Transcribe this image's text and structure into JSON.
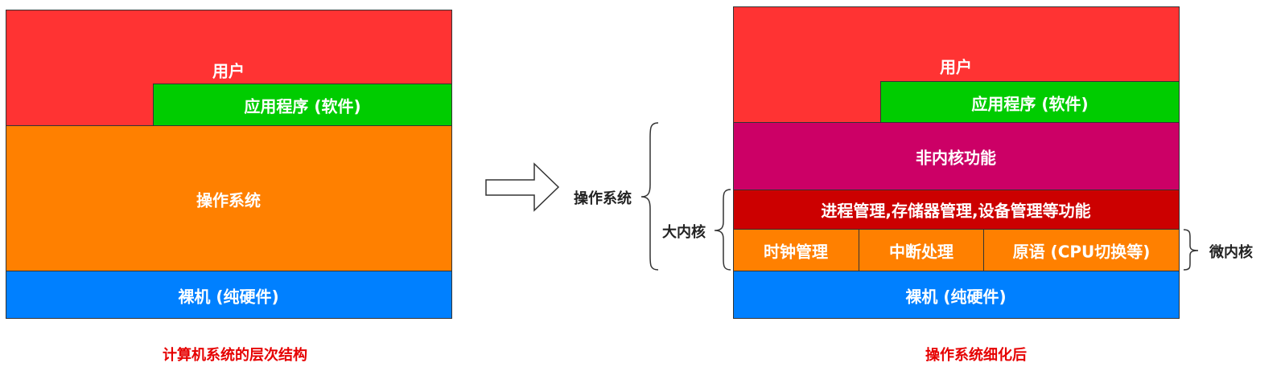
{
  "colors": {
    "user": "#ff3333",
    "app": "#00cc00",
    "os": "#ff8000",
    "hardware": "#0080ff",
    "non_kernel": "#cc0066",
    "big_kernel": "#cc0000",
    "micro_kernel": "#ff8000",
    "caption": "#e60000"
  },
  "left_diagram": {
    "user_label": "用户",
    "app_label": "应用程序 (软件)",
    "os_label": "操作系统",
    "hardware_label": "裸机 (纯硬件)",
    "caption": "计算机系统的层次结构"
  },
  "right_diagram": {
    "user_label": "用户",
    "app_label": "应用程序 (软件)",
    "non_kernel_label": "非内核功能",
    "big_kernel_label": "进程管理,存储器管理,设备管理等功能",
    "micro_kernel_items": [
      "时钟管理",
      "中断处理",
      "原语 (CPU切换等)"
    ],
    "hardware_label": "裸机 (纯硬件)",
    "caption": "操作系统细化后"
  },
  "annotations": {
    "os_brace_label": "操作系统",
    "big_kernel_brace_label": "大内核",
    "micro_kernel_brace_label": "微内核"
  }
}
